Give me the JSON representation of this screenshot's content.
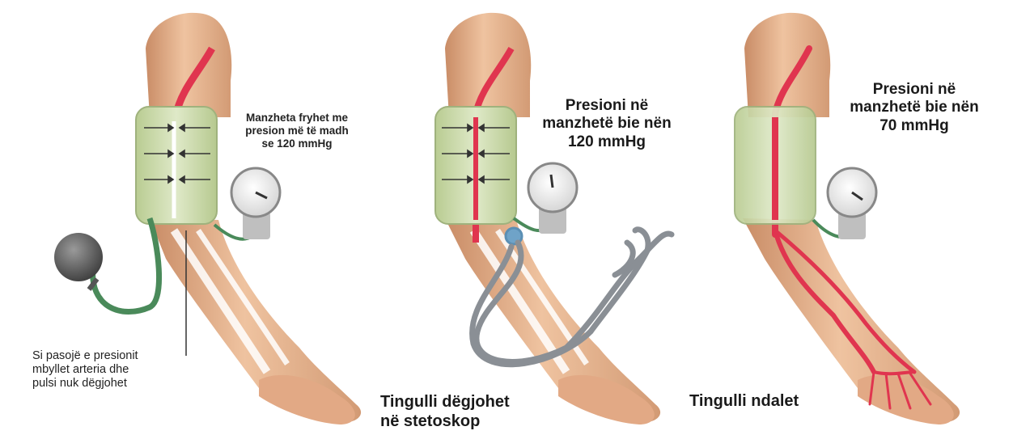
{
  "panels": [
    {
      "id": "panel-1",
      "cuff_note": "Manzheta fryhet me\npresion më të madh\nse 120 mmHg",
      "side_note": "Si pasojë e presionit\nmbyllet arteria dhe\npulsi nuk dëgjohet"
    },
    {
      "id": "panel-2",
      "cuff_note": "Presioni në\nmanzhetë bie nën\n120 mmHg",
      "bottom_note": "Tingulli dëgjohet\nnë stetoskop"
    },
    {
      "id": "panel-3",
      "cuff_note": "Presioni në\nmanzhetë bie nën\n70 mmHg",
      "bottom_note": "Tingulli ndalet"
    }
  ],
  "colors": {
    "skin": "#e8b48f",
    "skin_dark": "#c98c66",
    "artery": "#e0354f",
    "cuff": "#c9d8a8",
    "cuff_edge": "#9fb27d",
    "tube_green": "#4a8a5a",
    "bulb": "#5a5a5a",
    "gauge": "#d9d9d9",
    "stethoscope": "#8a8f95"
  }
}
